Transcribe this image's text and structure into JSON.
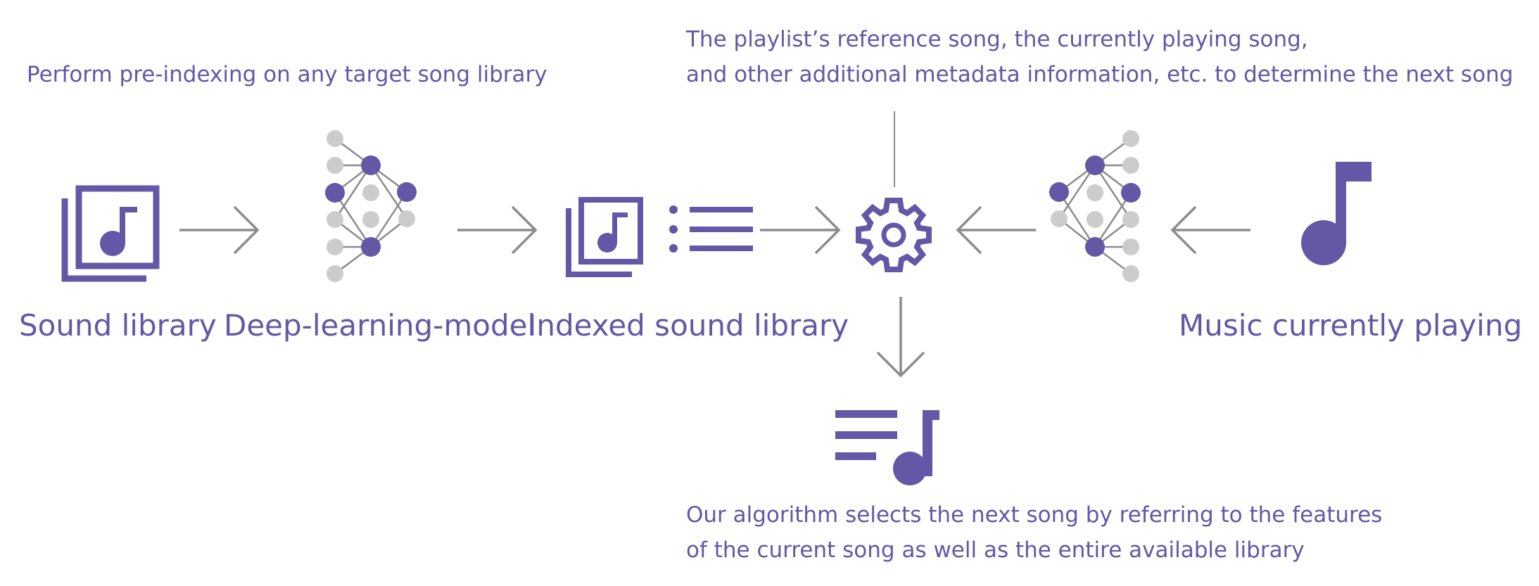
{
  "colors": {
    "accent": "#6357a6",
    "arrow": "#8c8c8c",
    "node_inactive": "#cccccc",
    "edge": "#8c8c8c"
  },
  "annotations": {
    "pre_index": "Perform pre-indexing on any target song library",
    "top_line1": "The playlist’s reference song, the currently playing song,",
    "top_line2": "and other additional metadata information, etc. to determine the next song",
    "bottom_line1": "Our algorithm selects the next song by referring to the features",
    "bottom_line2": "of the current song as well as the entire available library"
  },
  "nodes": {
    "sound_library": {
      "label": "Sound library",
      "icon": "library-music-icon"
    },
    "deep_learning_model": {
      "label": "Deep-learning-model",
      "icon": "neural-network-icon"
    },
    "indexed_sound_library": {
      "label": "Indexed sound library",
      "icon": "indexed-library-icon"
    },
    "algorithm": {
      "icon": "gear-icon"
    },
    "second_model": {
      "icon": "neural-network-icon"
    },
    "music_playing": {
      "label": "Music currently playing",
      "icon": "music-note-icon"
    },
    "next_song": {
      "icon": "playlist-music-icon"
    }
  }
}
